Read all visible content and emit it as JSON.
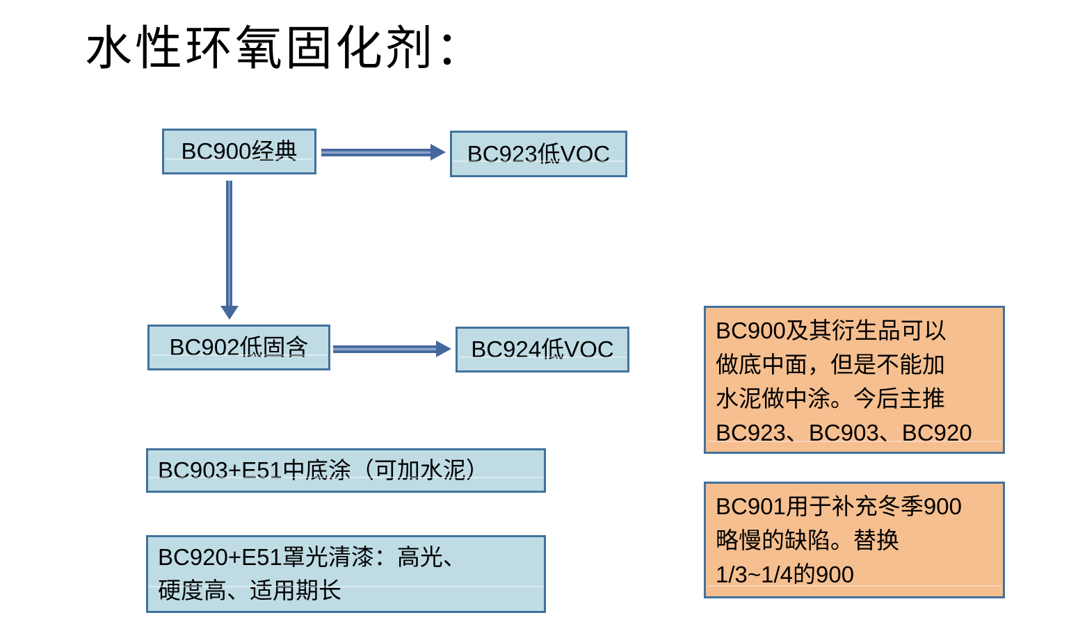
{
  "title": {
    "text": "水性环氧固化剂："
  },
  "flowchart": {
    "boxes": [
      {
        "id": "bc900",
        "label": "BC900经典"
      },
      {
        "id": "bc923",
        "label": "BC923低VOC"
      },
      {
        "id": "bc902",
        "label": "BC902低固含"
      },
      {
        "id": "bc924",
        "label": "BC924低VOC"
      },
      {
        "id": "bc903",
        "label": "BC903+E51中底涂（可加水泥）"
      },
      {
        "id": "bc920",
        "lines": [
          "BC920+E51罩光清漆：高光、",
          "硬度高、适用期长"
        ]
      }
    ],
    "connectors": [
      {
        "from": "BC900经典",
        "to": "BC923低VOC",
        "direction": "right"
      },
      {
        "from": "BC900经典",
        "to": "BC902低固含",
        "direction": "down"
      },
      {
        "from": "BC902低固含",
        "to": "BC924低VOC",
        "direction": "right"
      }
    ]
  },
  "notes": [
    {
      "id": "note-bc900-family",
      "lines": [
        "BC900及其衍生品可以",
        "做底中面，但是不能加",
        "水泥做中涂。今后主推",
        "BC923、BC903、BC920"
      ]
    },
    {
      "id": "note-bc901",
      "lines": [
        "BC901用于补充冬季900",
        "略慢的缺陷。替换",
        "1/3~1/4的900"
      ]
    }
  ],
  "colors": {
    "background": "#FFFFFF",
    "box_fill": "#BFDCE5",
    "box_border": "#41719C",
    "note_fill": "#F6BF90",
    "note_border": "#41719C",
    "arrow": "#44679C",
    "arrow_highlight": "#8FA9CC",
    "text": "#000000"
  }
}
